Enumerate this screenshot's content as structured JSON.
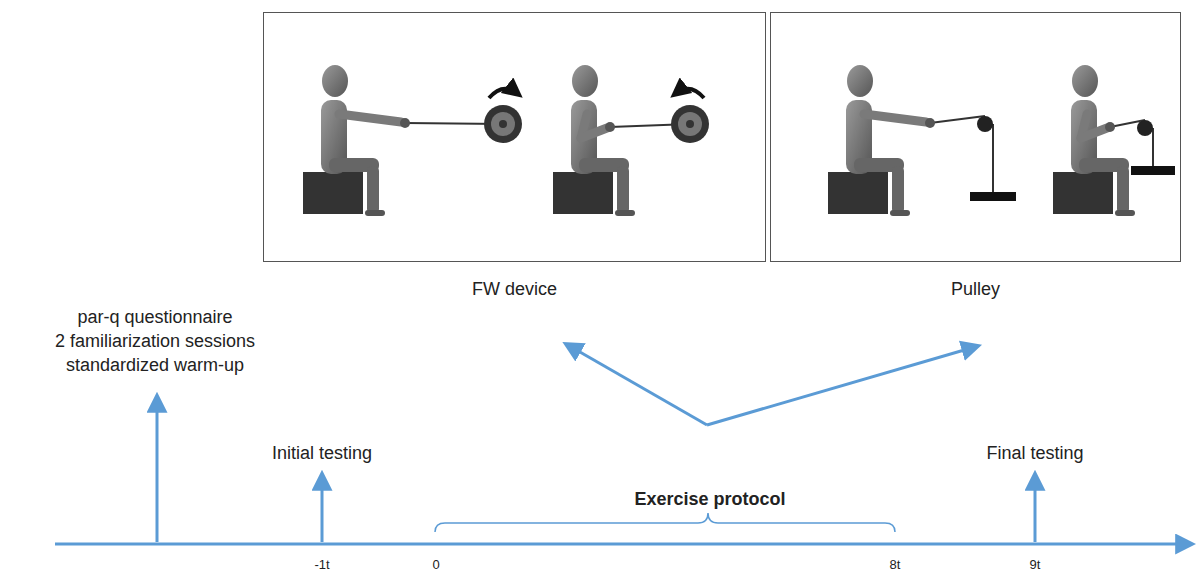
{
  "diagram": {
    "nodes": [
      {
        "text": [
          "FW device"
        ]
      },
      {
        "text": [
          "Pulley"
        ]
      }
    ],
    "labels": [
      "par-q questionnaire",
      "2 familiarization sessions",
      "standardized warm-up",
      "Initial testing",
      "Exercise protocol",
      "Final testing",
      "-1t",
      "0",
      "8t",
      "9t"
    ]
  }
}
